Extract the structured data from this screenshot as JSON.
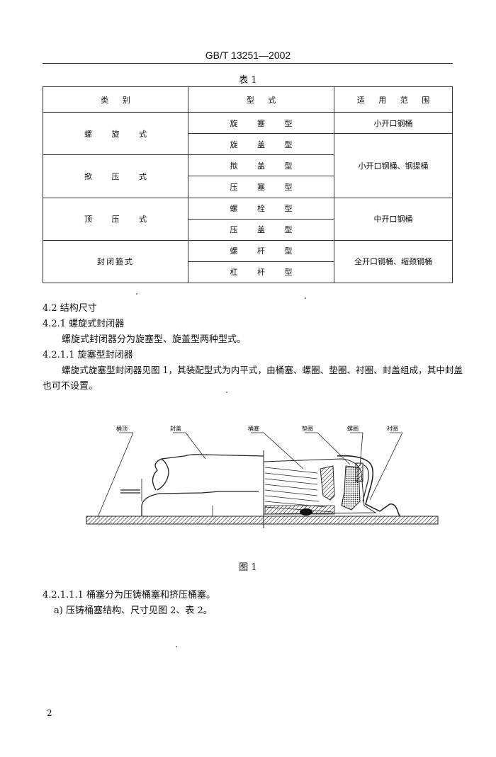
{
  "header": {
    "standard_code": "GB/T 13251—2002"
  },
  "table": {
    "caption": "表 1",
    "headers": [
      "类  别",
      "型  式",
      "适 用 范 围"
    ],
    "groups": [
      {
        "category": "螺 旋 式",
        "types": [
          "旋 塞 型",
          "旋 盖 型"
        ]
      },
      {
        "category": "揿 压 式",
        "types": [
          "揿 盖 型",
          "压 塞 型"
        ]
      },
      {
        "category": "顶 压 式",
        "types": [
          "螺 栓 型",
          "压 盖 型"
        ]
      },
      {
        "category": "封闭箍式",
        "types": [
          "螺 杆 型",
          "杠 杆 型"
        ]
      }
    ],
    "scopes": [
      "小开口钢桶",
      "小开口钢桶、钢提桶",
      "中开口钢桶",
      "全开口钢桶、缩颈钢桶"
    ]
  },
  "body": {
    "s_4_2": "4.2   结构尺寸",
    "s_4_2_1": "4.2.1   螺旋式封闭器",
    "p_4_2_1": "螺旋式封闭器分为旋塞型、旋盖型两种型式。",
    "s_4_2_1_1": "4.2.1.1   旋塞型封闭器",
    "p_4_2_1_1_line1": "螺旋式旋塞型封闭器见图 1，其装配型式为内平式，由桶塞、螺圈、垫圈、衬圈、封盖组成，其中封盖",
    "p_4_2_1_1_line2": "也可不设置。"
  },
  "figure": {
    "labels": [
      "桶顶",
      "封盖",
      "桶塞",
      "垫圈",
      "螺圈",
      "衬圈"
    ],
    "caption": "图 1"
  },
  "body2": {
    "s_4_2_1_1_1": "4.2.1.1.1   桶塞分为压铸桶塞和挤压桶塞。",
    "item_a": "a) 压铸桶塞结构、尺寸见图 2、表 2。"
  },
  "page_number": "2"
}
